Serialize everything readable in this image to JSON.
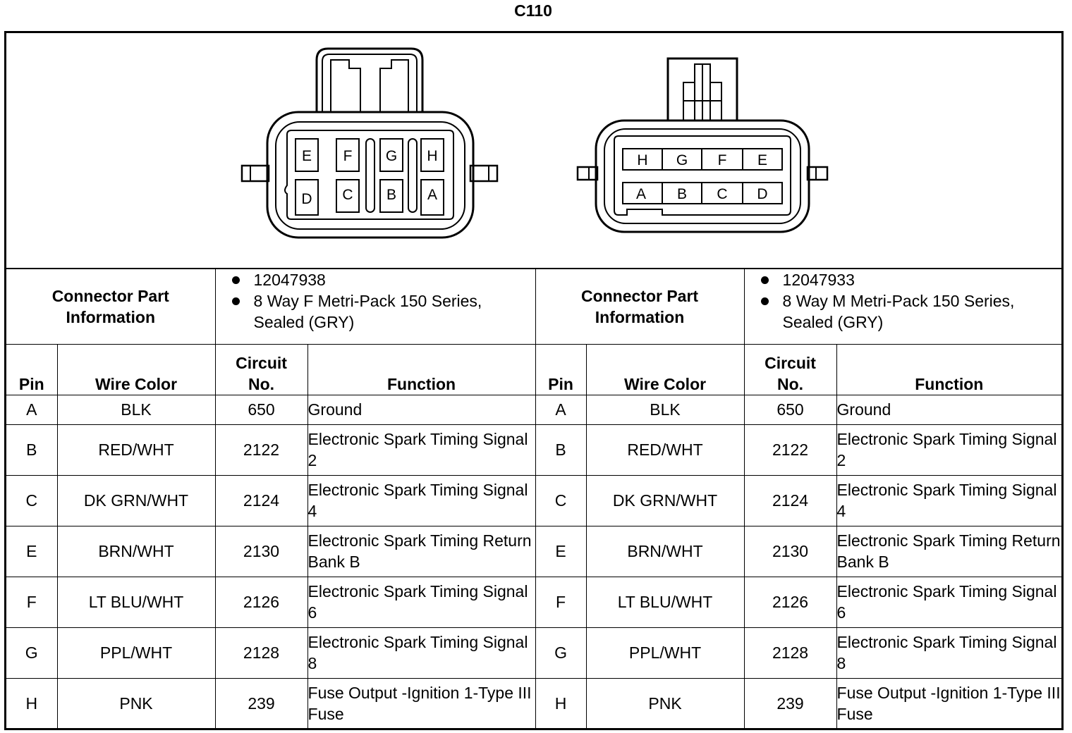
{
  "title": "C110",
  "connectors": [
    {
      "info_label": "Connector Part Information",
      "part_number": "12047938",
      "description": "8 Way F Metri-Pack 150 Series, Sealed (GRY)",
      "diagram_pins_top": [
        "E",
        "F",
        "G",
        "H"
      ],
      "diagram_pins_bottom": [
        "D",
        "C",
        "B",
        "A"
      ]
    },
    {
      "info_label": "Connector Part Information",
      "part_number": "12047933",
      "description": "8 Way M Metri-Pack 150 Series, Sealed (GRY)",
      "diagram_pins_top": [
        "H",
        "G",
        "F",
        "E"
      ],
      "diagram_pins_bottom": [
        "A",
        "B",
        "C",
        "D"
      ]
    }
  ],
  "table_headers": {
    "pin": "Pin",
    "wire_color": "Wire Color",
    "circuit_line1": "Circuit",
    "circuit_line2": "No.",
    "function": "Function"
  },
  "rows": [
    {
      "pin": "A",
      "wire_color": "BLK",
      "circuit": "650",
      "function": "Ground"
    },
    {
      "pin": "B",
      "wire_color": "RED/WHT",
      "circuit": "2122",
      "function": "Electronic Spark Timing Signal 2"
    },
    {
      "pin": "C",
      "wire_color": "DK GRN/WHT",
      "circuit": "2124",
      "function": "Electronic Spark Timing Signal 4"
    },
    {
      "pin": "E",
      "wire_color": "BRN/WHT",
      "circuit": "2130",
      "function": "Electronic Spark Timing Return Bank B"
    },
    {
      "pin": "F",
      "wire_color": "LT BLU/WHT",
      "circuit": "2126",
      "function": "Electronic Spark Timing Signal 6"
    },
    {
      "pin": "G",
      "wire_color": "PPL/WHT",
      "circuit": "2128",
      "function": "Electronic Spark Timing Signal 8"
    },
    {
      "pin": "H",
      "wire_color": "PNK",
      "circuit": "239",
      "function": "Fuse Output -Ignition 1-Type III Fuse"
    }
  ]
}
